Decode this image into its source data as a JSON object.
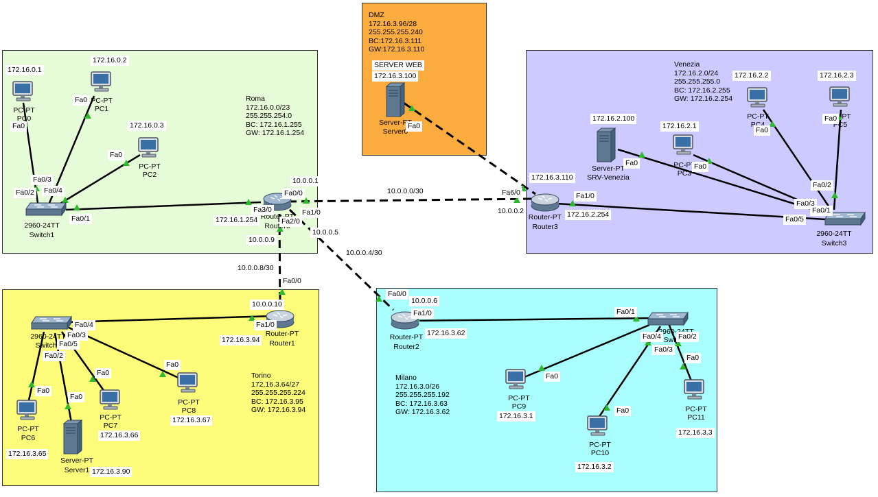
{
  "colors": {
    "roma": "#e6fbd8",
    "venezia": "#cccaff",
    "dmz": "#fbac3f",
    "torino": "#fdfb7a",
    "milano": "#a9fdfd",
    "link_up": "#2db82d"
  },
  "areas": {
    "roma": "Roma\n172.16.0.0/23\n255.255.254.0\nBC: 172.16.1.255\nGW: 172.16.1.254",
    "venezia": "Venezia\n172.16.2.0/24\n255.255.255.0\nBC: 172.16.2.255\nGW: 172.16.2.254",
    "dmz": "DMZ\n172.16.3.96/28\n255.255.255.240\nBC:172.16.3.111\nGW:172.16.3.110",
    "torino": "Torino\n172.16.3.64/27\n255.255.255.224\nBC: 172.16.3.95\nGW: 172.16.3.94",
    "milano": "Milano\n172.16.3.0/26\n255.255.255.192\nBC: 172.16.3.63\nGW: 172.16.3.62"
  },
  "devices": {
    "pc0": {
      "type": "PC-PT",
      "name": "PC0",
      "ip": "172.16.0.1"
    },
    "pc1": {
      "type": "PC-PT",
      "name": "PC1",
      "ip": "172.16.0.2"
    },
    "pc2": {
      "type": "PC-PT",
      "name": "PC2",
      "ip": "172.16.0.3"
    },
    "switch1": {
      "type": "2960-24TT",
      "name": "Switch1"
    },
    "router0": {
      "type": "Router-PT",
      "name": "Router0"
    },
    "server0": {
      "type": "Server-PT",
      "name": "Server0",
      "ip_title": "SERVER WEB",
      "ip": "172.16.3.100"
    },
    "router3": {
      "type": "Router-PT",
      "name": "Router3"
    },
    "srv_venezia": {
      "type": "Server-PT",
      "name": "SRV-Venezia",
      "ip": "172.16.2.100"
    },
    "pc3": {
      "type": "PC-PT",
      "name": "PC3",
      "ip": "172.16.2.1"
    },
    "pc4": {
      "type": "PC-PT",
      "name": "PC4",
      "ip": "172.16.2.2"
    },
    "pc5": {
      "type": "PC-PT",
      "name": "PC5",
      "ip": "172.16.2.3"
    },
    "switch3": {
      "type": "2960-24TT",
      "name": "Switch3"
    },
    "router1": {
      "type": "Router-PT",
      "name": "Router1"
    },
    "switch0": {
      "type": "2960-24TT",
      "name": "Switch0"
    },
    "pc6": {
      "type": "PC-PT",
      "name": "PC6",
      "ip": "172.16.3.65"
    },
    "server1": {
      "type": "Server-PT",
      "name": "Server1",
      "ip": "172.16.3.90"
    },
    "pc7": {
      "type": "PC-PT",
      "name": "PC7",
      "ip": "172.16.3.66"
    },
    "pc8": {
      "type": "PC-PT",
      "name": "PC8",
      "ip": "172.16.3.67"
    },
    "router2": {
      "type": "Router-PT",
      "name": "Router2"
    },
    "switch2": {
      "type": "2960-24TT",
      "name": "Switch2"
    },
    "pc9": {
      "type": "PC-PT",
      "name": "PC9",
      "ip": "172.16.3.1"
    },
    "pc10": {
      "type": "PC-PT",
      "name": "PC10",
      "ip": "172.16.3.2"
    },
    "pc11": {
      "type": "PC-PT",
      "name": "PC11",
      "ip": "172.16.3.3"
    }
  },
  "links": {
    "net_r0_r3": "10.0.0.0/30",
    "net_r0_r2": "10.0.0.4/30",
    "net_r0_r1": "10.0.0.8/30"
  },
  "ports": {
    "fa0": "Fa0",
    "fa03": "Fa0/3",
    "fa02": "Fa0/2",
    "fa04": "Fa0/4",
    "fa01": "Fa0/1",
    "fa05": "Fa0/5",
    "fa30": "Fa3/0",
    "fa00": "Fa0/0",
    "fa10": "Fa1/0",
    "fa20": "Fa2/0",
    "fa60": "Fa6/0"
  },
  "ips": {
    "r0_fa00": "10.0.0.1",
    "r0_fa30": "172.16.1.254",
    "r0_fa20": "10.0.0.9",
    "r0_fa10": "10.0.0.5",
    "r3_fa60": "10.0.0.2",
    "r3_fa10": "172.16.2.254",
    "r3_gw_dmz": "172.16.3.110",
    "r1_fa00": "10.0.0.10",
    "r1_fa10": "172.16.3.94",
    "r2_fa00": "10.0.0.6",
    "r2_fa10": "172.16.3.62"
  }
}
